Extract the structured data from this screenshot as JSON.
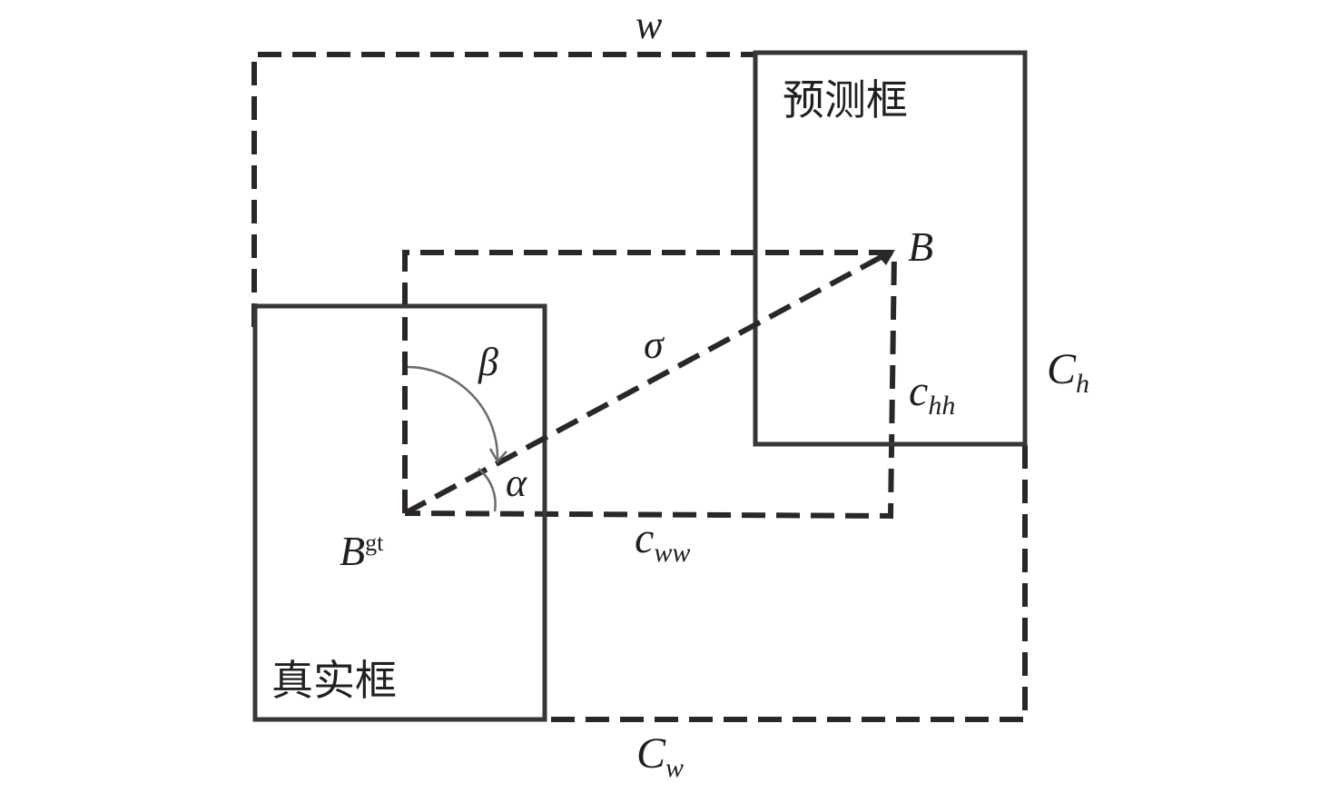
{
  "diagram": {
    "title": "SIoU bounding box regression geometry",
    "boxes": {
      "prediction_label": "预测框",
      "ground_truth_label": "真实框"
    },
    "points": {
      "predicted_center": "B",
      "ground_truth_center_base": "B",
      "ground_truth_center_sup": "gt"
    },
    "angles": {
      "alpha": "α",
      "beta": "β"
    },
    "distances": {
      "sigma": "σ",
      "top_width": "w",
      "c_hh_main": "c",
      "c_hh_sub": "hh",
      "c_ww_main": "c",
      "c_ww_sub": "ww",
      "C_h_main": "C",
      "C_h_sub": "h",
      "C_w_main": "C",
      "C_w_sub": "w"
    },
    "colors": {
      "stroke": "#3a3637",
      "text": "#231f20",
      "arc": "#6d6a6b",
      "background": "#ffffff"
    }
  }
}
